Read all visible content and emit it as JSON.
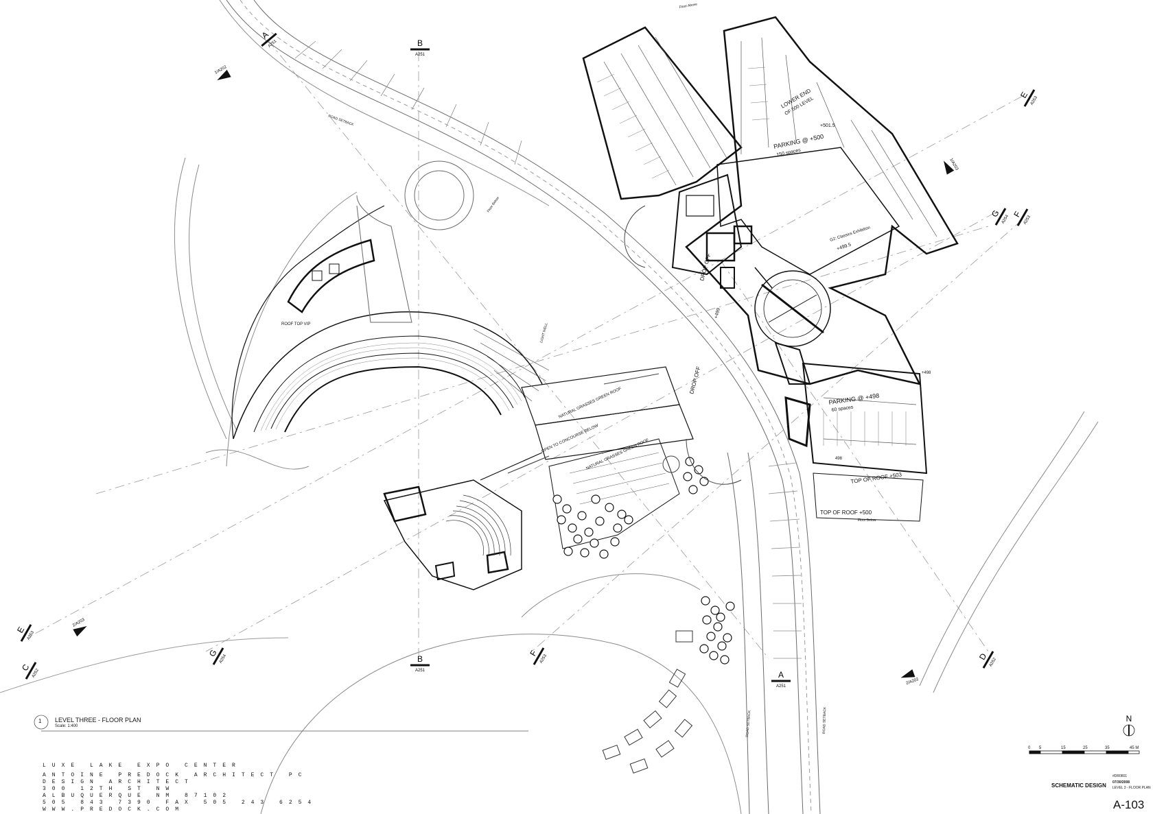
{
  "drawing": {
    "title": "LEVEL THREE - FLOOR PLAN",
    "scale": "Scale: 1:400",
    "number": "1",
    "sheet_no": "A-103",
    "status": "SCHEMATIC DESIGN",
    "job": "#DR0801",
    "date": "07/30/2008",
    "sheet_desc": "LEVEL 3 - FLOOR PLAN",
    "north": "N"
  },
  "scale_bar": {
    "ticks": [
      "0",
      "5",
      "15",
      "25",
      "35",
      "45 M"
    ]
  },
  "office": {
    "project": "LUXE LAKE EXPO CENTER",
    "architect": "ANTOINE PREDOCK ARCHITECT PC",
    "role": "DESIGN ARCHITECT",
    "address": "300 12TH ST NW",
    "city": "ALBUQUERQUE NM 87102",
    "phone": "505 843 7390 FAX 505 243 6254",
    "web": "WWW.PREDOCK.COM"
  },
  "section_markers": [
    {
      "letter": "A",
      "ref": "A251"
    },
    {
      "letter": "B",
      "ref": "A251"
    },
    {
      "letter": "B",
      "ref": "A251"
    },
    {
      "letter": "A",
      "ref": "A251"
    },
    {
      "letter": "E",
      "ref": "A253"
    },
    {
      "letter": "E",
      "ref": "A253"
    },
    {
      "letter": "F",
      "ref": "A253"
    },
    {
      "letter": "F",
      "ref": "A253"
    },
    {
      "letter": "G",
      "ref": "A254"
    },
    {
      "letter": "G",
      "ref": "A254"
    },
    {
      "letter": "C",
      "ref": "A252"
    },
    {
      "letter": "D",
      "ref": "A252"
    }
  ],
  "arrow_refs": [
    "1/A202",
    "2/A202",
    "1/A203",
    "2/A203"
  ],
  "labels": {
    "parking_top": "PARKING @ +500",
    "parking_top_count": "150 spaces",
    "parking_right": "PARKING @ +498",
    "parking_right_count": "60 spaces",
    "top_of_roof_1": "TOP OF ROOF +503",
    "top_of_roof_2": "TOP OF ROOF +500",
    "lower_end": "LOWER END",
    "lower_end_2": "OF 500 LEVEL",
    "drop_off_1": "DROP OFF",
    "drop_off_2": "DROP OFF",
    "roof_top_vip": "ROOF TOP VIP",
    "natural_grasses_1": "NATURAL GRASSES GREEN ROOF",
    "natural_grasses_2": "NATURAL GRASSES GREEN ROOF",
    "open_concourse": "OPEN TO CONCOURSE BELOW",
    "light_well": "LIGHT WELL",
    "classics_exhibition": "G2: Classics Exhibition",
    "road_setback_1": "ROAD SETBACK",
    "road_setback_2": "ROAD SETBACK",
    "road_setback_3": "ROAD SETBACK",
    "floor_below_1": "Floor Below",
    "floor_below_2": "Floor Below",
    "floor_above": "Floor Above",
    "elev_501_5": "+501.5",
    "elev_499_5": "+499.5",
    "elev_498": "+498",
    "elev_498b": "498",
    "elev_499": "+499"
  }
}
